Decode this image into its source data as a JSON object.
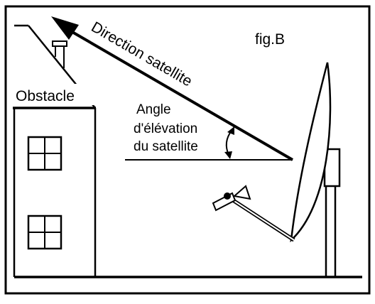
{
  "figure": {
    "label": "fig.B",
    "direction_label": "Direction satellite",
    "obstacle_label": "Obstacle",
    "angle_label": [
      "Angle",
      "d'élévation",
      "du satellite"
    ]
  },
  "colors": {
    "ink": "#000000",
    "paper": "#ffffff"
  },
  "icons": [
    "house-obstacle",
    "satellite-dish",
    "elevation-angle-arc"
  ]
}
